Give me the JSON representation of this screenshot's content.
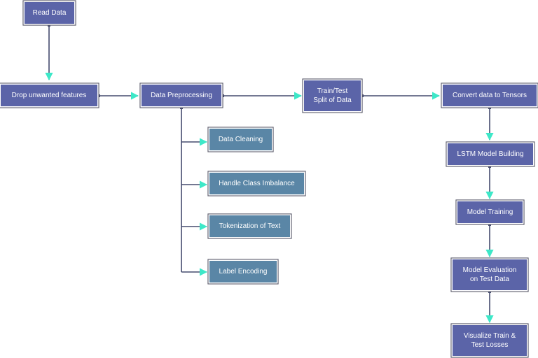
{
  "diagram": {
    "nodes": {
      "read_data": "Read Data",
      "drop_features": "Drop unwanted features",
      "data_preprocessing": "Data Preprocessing",
      "train_test_split": "Train/Test\nSplit of Data",
      "convert_tensors": "Convert data to Tensors",
      "data_cleaning": "Data Cleaning",
      "class_imbalance": "Handle Class Imbalance",
      "tokenization": "Tokenization of Text",
      "label_encoding": "Label Encoding",
      "lstm_building": "LSTM Model Building",
      "model_training": "Model Training",
      "model_evaluation": "Model Evaluation\non Test Data",
      "visualize_losses": "Visualize Train &\nTest Losses"
    },
    "colors": {
      "main_node": "#5b64a8",
      "sub_node": "#5a86a6",
      "connector": "#454b6e",
      "arrowhead": "#3de8c8"
    }
  }
}
